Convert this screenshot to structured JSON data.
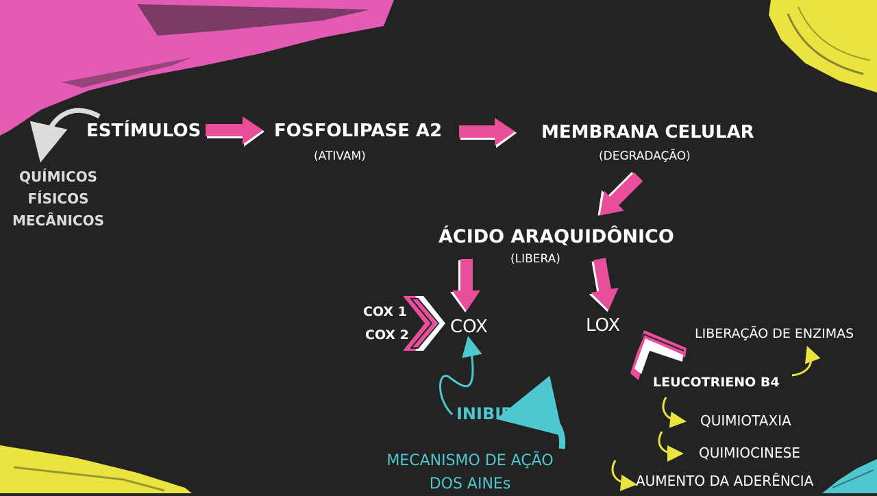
{
  "colors": {
    "background": "#232323",
    "pink": "#e94e9a",
    "magenta_brush": "#e45bb6",
    "yellow": "#e9e43f",
    "cyan": "#4ec7cf",
    "gray_text": "#dcdcdc",
    "white": "#ffffff"
  },
  "flow": {
    "estimulos": "ESTÍMULOS",
    "tipos": [
      "QUÍMICOS",
      "FÍSICOS",
      "MECÂNICOS"
    ],
    "fosfolipase": "FOSFOLIPASE A2",
    "ativam": "(ATIVAM)",
    "membrana": "MEMBRANA CELULAR",
    "degradacao": "(DEGRADAÇÃO)",
    "acido": "ÁCIDO ARAQUIDÔNICO",
    "libera": "(LIBERA)",
    "cox": "COX",
    "cox1": "COX 1",
    "cox2": "COX 2",
    "lox": "LOX",
    "leucotrieno": "LEUCOTRIENO B4",
    "liberacao": "LIBERAÇÃO DE ENZIMAS",
    "quimiotaxia": "QUIMIOTAXIA",
    "quimiocinese": "QUIMIOCINESE",
    "aderencia": "AUMENTO DA ADERÊNCIA",
    "inibir": "INIBIR",
    "mecanismo_1": "MECANISMO DE AÇÃO",
    "mecanismo_2": "DOS AINEs"
  }
}
